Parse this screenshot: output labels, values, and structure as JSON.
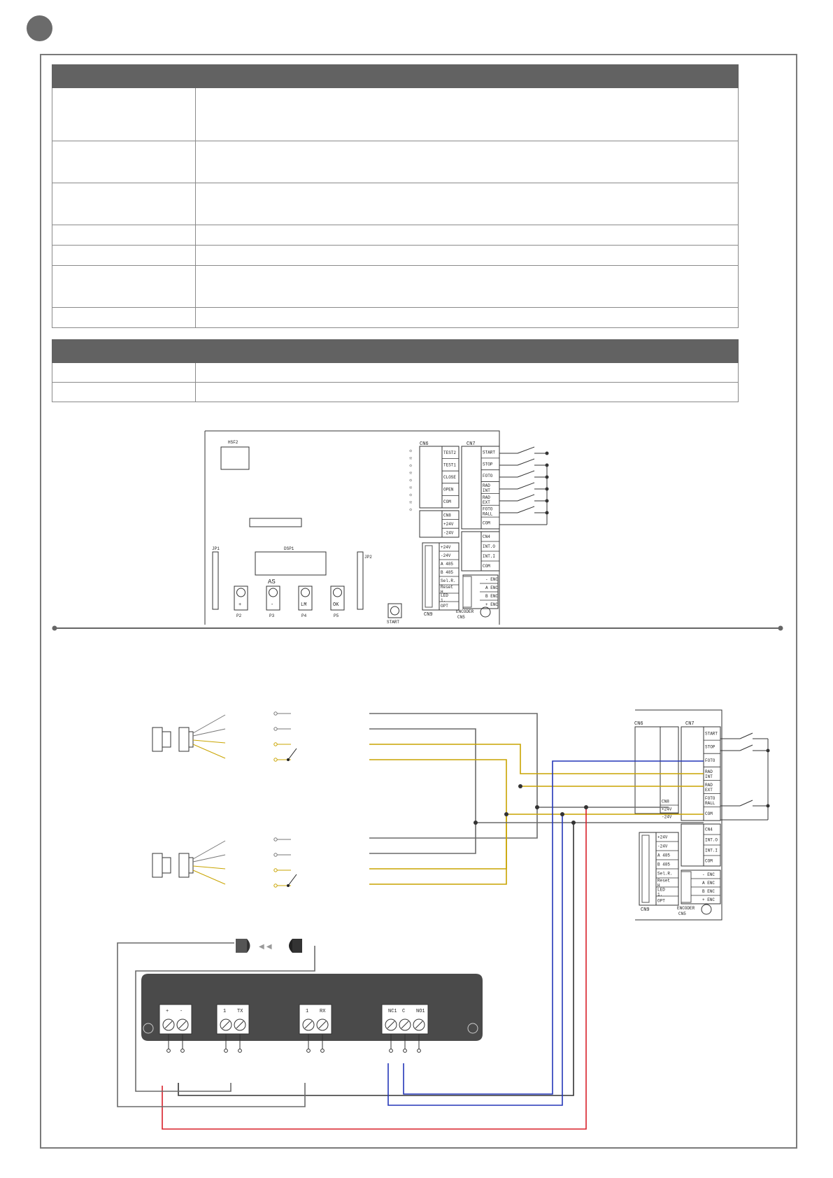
{
  "cn6_labels": [
    "TEST2",
    "TEST1",
    "CLOSE",
    "OPEN",
    "COM"
  ],
  "cn8_labels": [
    "CN8",
    "+24V",
    "-24V"
  ],
  "cn7_labels": [
    "START",
    "STOP",
    "FOTO",
    "RAD INT",
    "RAD EXT",
    "FOTO RALL",
    "COM"
  ],
  "cn4_labels": [
    "CN4",
    "INT.O",
    "INT.I",
    "COM"
  ],
  "cn9_labels": [
    "+24V",
    "-24V",
    "A 485",
    "B 485",
    "Sel.R.",
    "Reset H",
    "LED 1.",
    "OPT"
  ],
  "cn5_labels": [
    "- ENC",
    "A ENC",
    "B ENC",
    "+ ENC"
  ],
  "board_labels": {
    "cn6": "CN6",
    "cn7": "CN7",
    "cn9": "CN9",
    "encoder": "ENCODER",
    "cn5": "CN5",
    "dsp": "DSP1",
    "start": "START",
    "hsf": "HSF2",
    "jp1": "JP1",
    "jp2": "JP2"
  },
  "buttons": [
    {
      "top": "",
      "symbol": "+",
      "label": "P2"
    },
    {
      "top": "AS",
      "symbol": "-",
      "label": "P3"
    },
    {
      "top": "",
      "symbol": "LM",
      "label": "P4"
    },
    {
      "top": "",
      "symbol": "OK",
      "label": "P5"
    }
  ],
  "terminals": {
    "power": [
      "+",
      "-"
    ],
    "tx": [
      "1",
      "TX"
    ],
    "rx": [
      "1",
      "RX"
    ],
    "relay": [
      "NC1",
      "C",
      "NO1"
    ]
  },
  "colors": {
    "gray": "#6a6a6a",
    "yellow": "#c9a400",
    "blue": "#2437b8",
    "red": "#d8202a",
    "header": "#626262"
  }
}
